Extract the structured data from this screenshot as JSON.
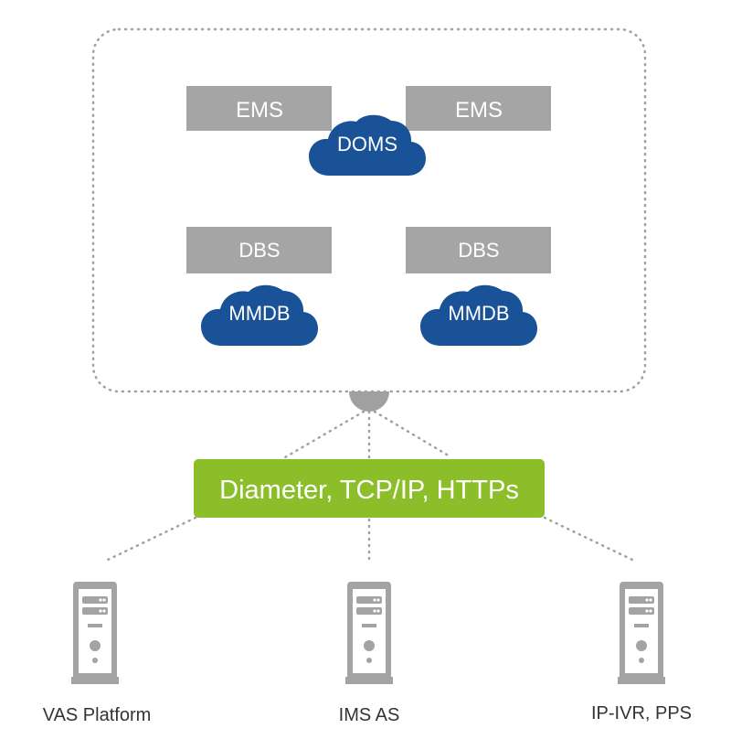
{
  "colors": {
    "gray_box": "#a5a5a5",
    "cloud_blue": "#1a5298",
    "protocol_green": "#8cbe29",
    "dotted": "#a0a0a0",
    "server_body": "#a3a3a3",
    "text_dark": "#333333"
  },
  "system": {
    "ems_left": "EMS",
    "ems_right": "EMS",
    "doms": "DOMS",
    "dbs_left": "DBS",
    "dbs_right": "DBS",
    "mmdb_left": "MMDB",
    "mmdb_right": "MMDB"
  },
  "protocol": {
    "label": "Diameter, TCP/IP, HTTPs"
  },
  "clients": [
    {
      "label": "VAS Platform",
      "icon": "server-icon"
    },
    {
      "label": "IMS AS",
      "icon": "server-icon"
    },
    {
      "label": "IP-IVR, PPS",
      "icon": "server-icon"
    }
  ]
}
